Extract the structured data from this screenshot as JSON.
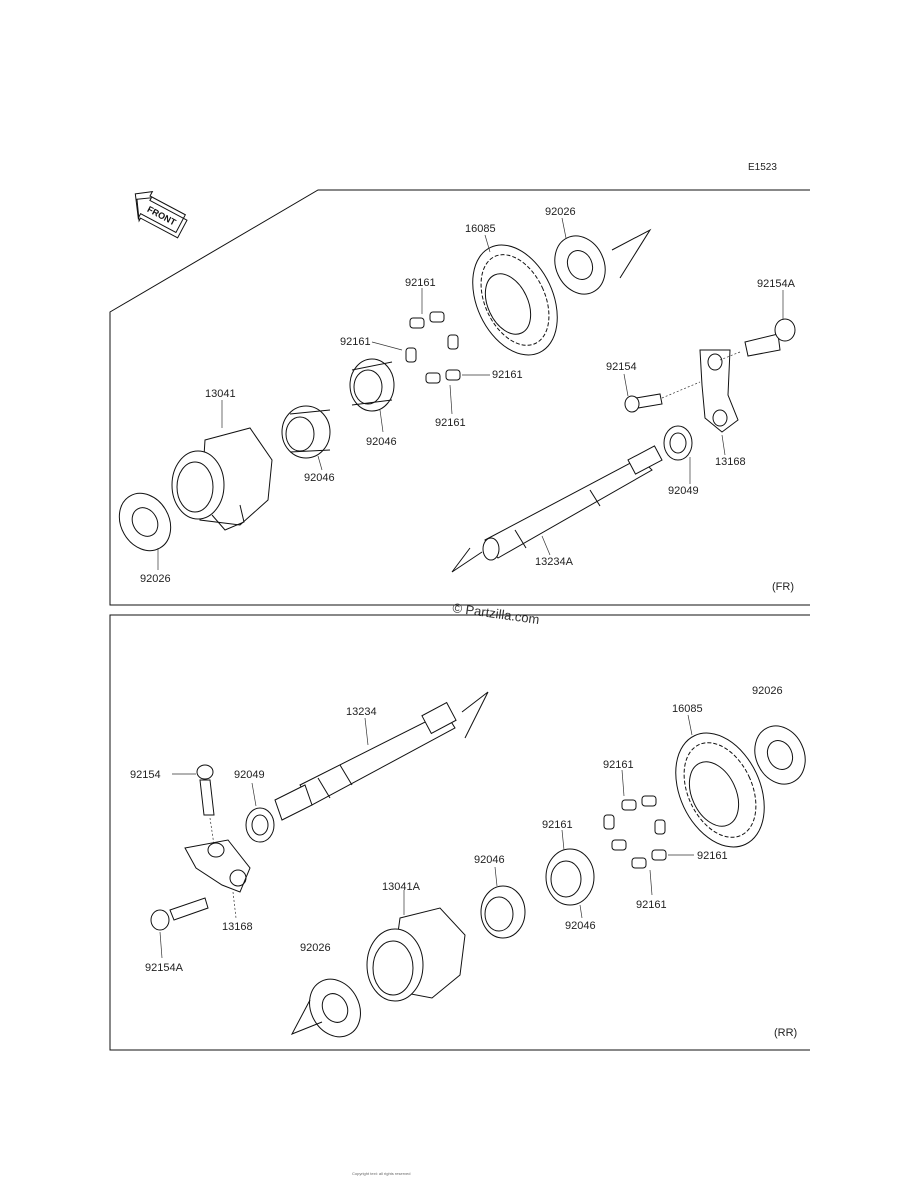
{
  "diagram_code": "E1523",
  "front_badge": "FRONT",
  "watermark": "© Partzilla.com",
  "top_panel": {
    "variant": "(FR)",
    "labels": {
      "p92026_a": "92026",
      "p16085": "16085",
      "p92161_a": "92161",
      "p92161_b": "92161",
      "p92161_c": "92161",
      "p92161_d": "92161",
      "p13041": "13041",
      "p92046_a": "92046",
      "p92046_b": "92046",
      "p92154A": "92154A",
      "p92154": "92154",
      "p13168": "13168",
      "p92049": "92049",
      "p13234A": "13234A",
      "p92026_b": "92026"
    }
  },
  "bottom_panel": {
    "variant": "(RR)",
    "labels": {
      "p13234": "13234",
      "p92154": "92154",
      "p92049": "92049",
      "p13168": "13168",
      "p92154A": "92154A",
      "p13041A": "13041A",
      "p92026_a": "92026",
      "p92026_b": "92026",
      "p16085": "16085",
      "p92161_a": "92161",
      "p92161_b": "92161",
      "p92161_c": "92161",
      "p92161_d": "92161",
      "p92046_a": "92046",
      "p92046_b": "92046"
    }
  },
  "footer": "Copyright text: all rights reserved"
}
